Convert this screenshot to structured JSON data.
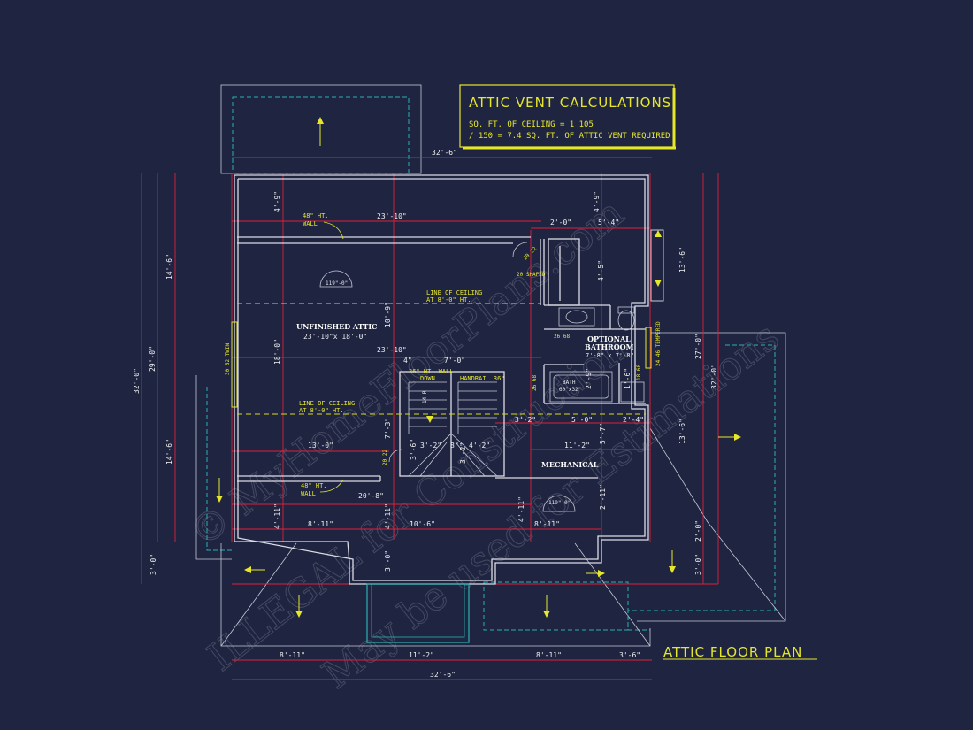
{
  "vent_box": {
    "title": "ATTIC VENT CALCULATIONS",
    "line1": "SQ. FT. OF CEILING = 1 105",
    "line2": "/ 150 = 7.4 SQ. FT. OF ATTIC VENT REQUIRED"
  },
  "plan_title": "ATTIC FLOOR PLAN",
  "rooms": {
    "unfinished_attic": "UNFINISHED ATTIC",
    "unfinished_attic_size": "23'-10\"x 18'-0\"",
    "optional_bathroom_1": "OPTIONAL",
    "optional_bathroom_2": "BATHROOM",
    "optional_bathroom_size": "7'-8\" x 7'-8\"",
    "mechanical": "MECHANICAL"
  },
  "notes": {
    "wall48_top_1": "48\" HT.",
    "wall48_top_2": "WALL",
    "wall48_bot_1": "48\" HT.",
    "wall48_bot_2": "WALL",
    "ceiling_top_1": "LINE OF CEILING",
    "ceiling_top_2": "AT 8'-0\" HT.",
    "ceiling_bot_1": "LINE OF CEILING",
    "ceiling_bot_2": "AT 8'-0\" HT.",
    "wall36_1": "36\" HT. WALL",
    "wall36_2": "DOWN",
    "handrail": "HANDRAIL 36\"",
    "shaped": "20 SHAPED",
    "bath": "BATH",
    "bath_size": "60\"x32\"",
    "tempered": "24 46 TEMPERED",
    "twin": "30 52 TWIN",
    "hatch1": "119\"-0\"",
    "hatch2": "119\"-0\"",
    "door_2022_a": "20 22",
    "door_2022_b": "20 22",
    "door_2668_a": "26 68",
    "door_2668_b": "26 68",
    "door_1868": "18 68",
    "stair_14R": "14 R"
  },
  "dims": {
    "top_overall": "32'-6\"",
    "bottom_overall": "32'-6\"",
    "d_4_9_a": "4'-9\"",
    "d_4_9_b": "4'-9\"",
    "d_23_10_a": "23'-10\"",
    "d_23_10_b": "23'-10\"",
    "d_2_0": "2'-0\"",
    "d_5_4": "5'-4\"",
    "d_4_5": "4'-5\"",
    "d_13_6_a": "13'-6\"",
    "d_13_6_b": "13'-6\"",
    "d_10_9": "10'-9\"",
    "d_14_6_a": "14'-6\"",
    "d_14_6_b": "14'-6\"",
    "d_29_0": "29'-0\"",
    "d_32_0_a": "32'-0\"",
    "d_32_0_b": "32'-0\"",
    "d_27_0": "27'-0\"",
    "d_18_0": "18'-0\"",
    "d_4": "4\"",
    "d_7_0": "7'-0\"",
    "d_2_9": "2'-9\"",
    "d_1_6": "1'-6\"",
    "d_3_2_a": "3'-2\"",
    "d_5_0": "5'-0\"",
    "d_2_4": "2'-4\"",
    "d_7_3": "7'-3\"",
    "d_13_0": "13'-0\"",
    "d_3_2_b": "3'-2\"",
    "d_8": "8\"",
    "d_4_2": "4'-2\"",
    "d_11_2_a": "11'-2\"",
    "d_5_7": "5'-7\"",
    "d_3_6_a": "3'-6\"",
    "d_3_2_c": "3'-2\"",
    "d_20_8": "20'-8\"",
    "d_2_11": "2'-11\"",
    "d_4_11_a": "4'-11\"",
    "d_4_11_b": "4'-11\"",
    "d_4_11_c": "4'-11\"",
    "d_8_11_a": "8'-11\"",
    "d_10_6": "10'-6\"",
    "d_8_11_b": "8'-11\"",
    "d_3_0_a": "3'-0\"",
    "d_3_0_b": "3'-0\"",
    "d_3_0_c": "3'-0\"",
    "d_2_0_b": "2'-0\"",
    "d_8_11_c": "8'-11\"",
    "d_11_2_b": "11'-2\"",
    "d_8_11_d": "8'-11\"",
    "d_3_6_b": "3'-6\""
  },
  "watermark": {
    "line1": "© MyHomeFloorPlans.com",
    "line2": "ILLEGAL for Construction",
    "line3": "May be used for Estimations"
  },
  "colors": {
    "background": "#1f2541",
    "dimension": "#e0203a",
    "wall": "#dcdce6",
    "accent": "#e6e62a",
    "hidden": "#2ab0b0"
  }
}
